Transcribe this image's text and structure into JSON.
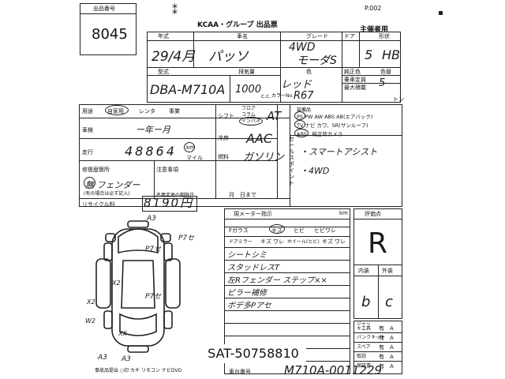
{
  "header": {
    "lot_label": "出品番号",
    "lot_number": "8045",
    "title": "KCAA・グループ 出品票",
    "page": "P.002",
    "owner_label": "主催者用"
  },
  "row1": {
    "year_label": "年式",
    "name_label": "車名",
    "grade_label": "グレード",
    "doors_label": "ドア",
    "shape_label": "形状",
    "year_value": "29/4月",
    "name_value": "パッソ",
    "grade_value_1": "4WD",
    "grade_value_2": "モーダS",
    "doors_value": "5",
    "shape_value": "HB"
  },
  "row2": {
    "model_label": "型式",
    "displacement_label": "排気量",
    "color_label": "色",
    "model_value": "DBA-M710A",
    "displacement_value": "1000",
    "cc_unit": "c.c.",
    "color_value": "レッド",
    "color_no_label": "カラーNo.",
    "color_no_value": "R67",
    "seating_label": "乗車定員",
    "seating_value": "5",
    "load_label": "最大積載",
    "load_unit": "トン",
    "original_color_label": "純正色",
    "color_change_label": "色替"
  },
  "row3": {
    "usage_label": "用途",
    "usage_opts": [
      "自家用",
      "レンタ",
      "事業"
    ],
    "shift_label": "シフト",
    "shift_opts": [
      "フロア",
      "コラム",
      "インパネ"
    ],
    "shift_value": "AT",
    "equipment_label": "装備品",
    "equipment_line1": "PS PW AW ABS AB(エアバック)",
    "equipment_line2": "TV ナビ カワ、SR(サンルーフ)",
    "equipment_line3": "ABS、純正背カメラ",
    "check_label": "車検",
    "check_value": "ー年ー月",
    "ac_label": "冷房",
    "ac_value": "AAC",
    "mileage_label": "走行",
    "mileage_value": "48864",
    "km_label": "km",
    "mile_label": "マイル",
    "fuel_label": "燃料",
    "fuel_value": "ガソリン",
    "repair_label": "修復歴箇所",
    "repair_value": "無 フェンダー",
    "repair_note": "(有の場合は必ず記入)",
    "notes_label": "注意事項",
    "notice_label": "名義変更の期限日",
    "notice_value": "月　日まで",
    "recycle_label": "リサイクル料",
    "recycle_value": "8190円",
    "sales_points_label": "セールスポイント",
    "sales_point_1": "・スマートアシスト",
    "sales_point_2": "・4WD"
  },
  "inspection": {
    "meter_label": "現メーター指示",
    "km_unit": "km",
    "glass_label": "Fガラス",
    "glass_opts": [
      "キズ",
      "ヒビ",
      "ヒビワレ"
    ],
    "mirror_label": "ドアミラー",
    "mirror_opts": [
      "キズ",
      "ワレ"
    ],
    "wheel_label": "ホイール(ヒビ)",
    "wheel_opts": [
      "キズ",
      "ワレ"
    ],
    "notes": [
      "シートシミ",
      "スタッドレスT",
      "左Rフェンダー ステップ××",
      "ピラー補修",
      "ボデ多Pアセ"
    ]
  },
  "evaluation": {
    "eval_label": "評価点",
    "score": "R",
    "interior_label": "内装",
    "exterior_label": "外装",
    "interior_value": "b",
    "exterior_value": "c"
  },
  "tools": {
    "jack_label": "ジャッキ工具",
    "puncture_label": "パンクキット",
    "spare_label": "スペア",
    "manual_label": "取説",
    "warranty_label": "保証書",
    "opts": [
      "有",
      "A"
    ]
  },
  "diagram": {
    "marks": [
      "P7セ",
      "P7セ",
      "P7セ",
      "A3",
      "A3",
      "A3",
      "X2",
      "X2",
      "W2",
      "XX"
    ],
    "legend": "事故品提出 ○印 カギ リモコン ナビDVD"
  },
  "footer": {
    "sat_code": "SAT-50758810",
    "chassis_label": "車台番号",
    "chassis_value": "M710A-0011229"
  }
}
